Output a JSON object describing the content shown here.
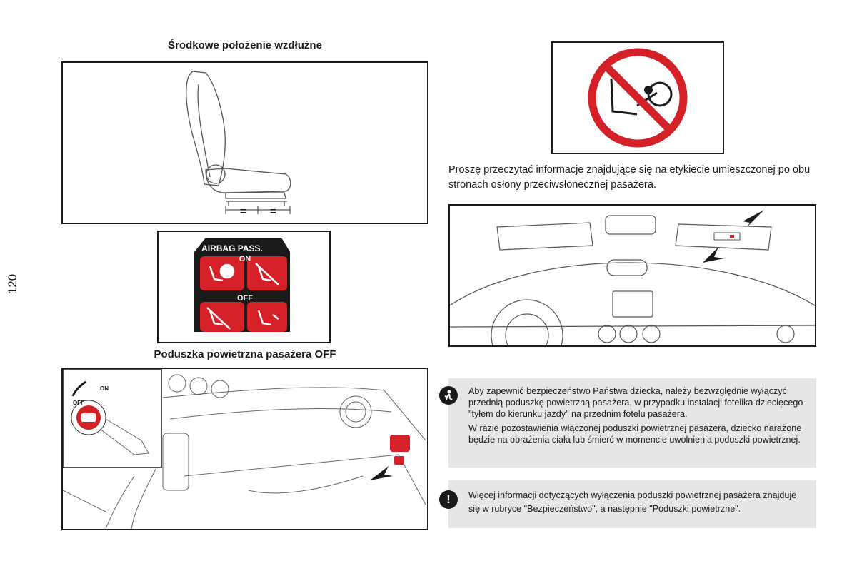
{
  "page_number": "120",
  "seat_section": {
    "title": "Środkowe położenie wzdłużne",
    "equal_marks": [
      "=",
      "="
    ]
  },
  "airbag_label": {
    "header": "AIRBAG PASS.",
    "on": "ON",
    "off": "OFF"
  },
  "passenger_airbag_section": {
    "title": "Poduszka powietrzna pasażera OFF",
    "key_switch": {
      "off": "OFF",
      "on": "ON"
    }
  },
  "warning_text": "Proszę przeczytać informacje znajdujące się na etykiecie umieszczonej po obu stronach osłony przeciwsłonecznej pasażera.",
  "notice_box": {
    "icon": "child-safety-icon",
    "paragraph1": "Aby zapewnić bezpieczeństwo Państwa dziecka, należy bezwzględnie wyłączyć przednią poduszkę powietrzną pasażera, w przypadku instalacji fotelika dziecięcego \"tyłem do kierunku jazdy\" na przednim fotelu pasażera.",
    "paragraph2": "W razie pozostawienia włączonej poduszki powietrznej pasażera, dziecko narażone będzie na obrażenia ciała lub śmierć w momencie uwolnienia poduszki powietrznej."
  },
  "info_box": {
    "icon": "exclamation-icon",
    "text": "Więcej informacji dotyczących wyłączenia poduszki powietrznej pasażera znajduje się w rubryce \"Bezpieczeństwo\", a następnie \"Poduszki powietrzne\"."
  },
  "colors": {
    "red": "#d42027",
    "note_bg": "#e6e6e6",
    "ink": "#1a1a1a"
  }
}
